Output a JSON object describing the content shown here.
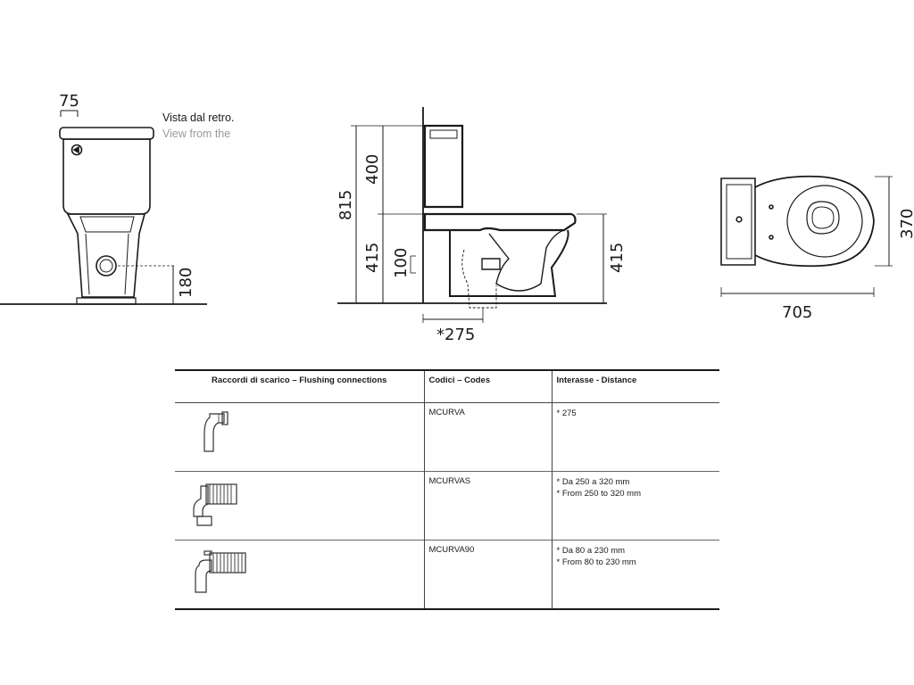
{
  "views": {
    "rear": {
      "caption_it": "Vista dal retro.",
      "caption_en": "View from the",
      "dim_top": "75",
      "dim_outlet_height": "180"
    },
    "side": {
      "dim_total_height": "815",
      "dim_tank_height": "400",
      "dim_lower_height": "415",
      "dim_outlet_small": "100",
      "dim_bowl_height": "415",
      "dim_outlet_distance": "*275"
    },
    "top": {
      "dim_depth": "370",
      "dim_length": "705"
    }
  },
  "table": {
    "headers": [
      "Raccordi di scarico – Flushing connections",
      "Codici – Codes",
      "Interasse - Distance"
    ],
    "rows": [
      {
        "icon": "elbow-connector-icon",
        "code": "MCURVA",
        "distance": [
          "* 275"
        ]
      },
      {
        "icon": "elbow-bellows-connector-icon",
        "code": "MCURVAS",
        "distance": [
          "* Da 250 a 320 mm",
          "* From 250 to 320 mm"
        ]
      },
      {
        "icon": "elbow-90-extension-connector-icon",
        "code": "MCURVA90",
        "distance": [
          "* Da 80 a 230 mm",
          "* From 80 to 230 mm"
        ]
      }
    ]
  }
}
